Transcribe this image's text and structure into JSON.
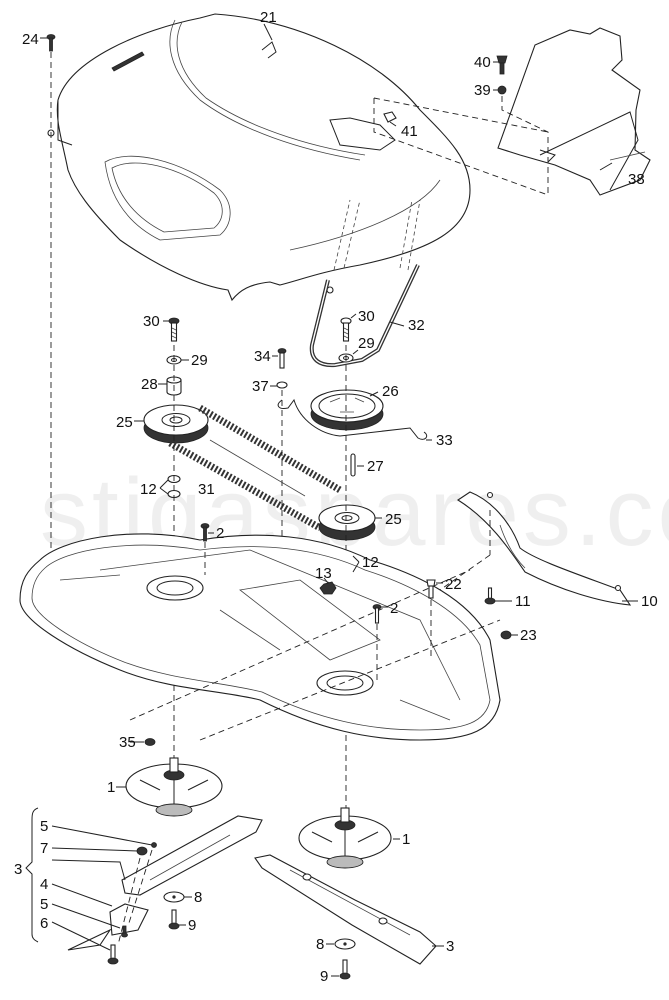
{
  "watermark": "stigaspares.co.uk",
  "colors": {
    "line": "#222222",
    "background": "#ffffff"
  },
  "callouts": {
    "c21": "21",
    "c24": "24",
    "c40": "40",
    "c39": "39",
    "c41": "41",
    "c38": "38",
    "c30a": "30",
    "c29a": "29",
    "c28": "28",
    "c25a": "25",
    "c34": "34",
    "c37": "37",
    "c30b": "30",
    "c29b": "29",
    "c32": "32",
    "c26": "26",
    "c33": "33",
    "c27": "27",
    "c12a": "12",
    "c31": "31",
    "c25b": "25",
    "c2a": "2",
    "c12b": "12",
    "c13": "13",
    "c22": "22",
    "c2b": "2",
    "c11": "11",
    "c10": "10",
    "c23": "23",
    "c35": "35",
    "c1a": "1",
    "c1b": "1",
    "c5a": "5",
    "c7": "7",
    "c3a": "3",
    "c4": "4",
    "c5b": "5",
    "c6": "6",
    "c8a": "8",
    "c9a": "9",
    "c8b": "8",
    "c9b": "9",
    "c3b": "3"
  }
}
